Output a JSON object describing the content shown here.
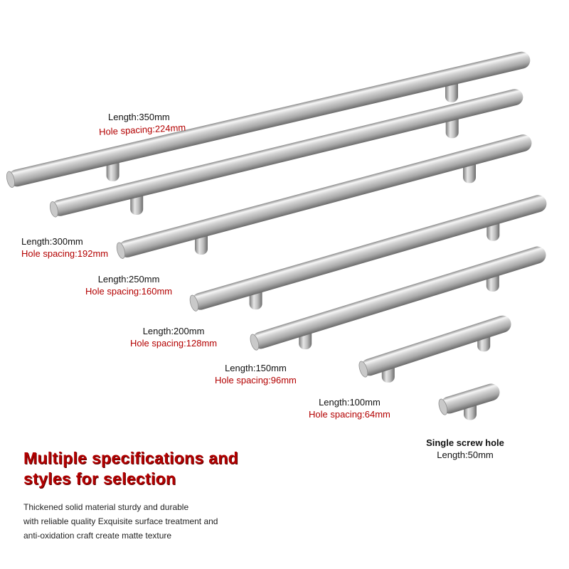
{
  "colors": {
    "accent": "#b30000",
    "text": "#111111",
    "steel_light": "#f4f4f4",
    "steel_mid": "#b8b8b8",
    "steel_dark": "#6e6e6e"
  },
  "handles": [
    {
      "length": "Length:350mm",
      "hole": "Hole spacing:224mm"
    },
    {
      "length": "Length:300mm",
      "hole": "Hole spacing:192mm"
    },
    {
      "length": "Length:250mm",
      "hole": "Hole spacing:160mm"
    },
    {
      "length": "Length:200mm",
      "hole": "Hole spacing:128mm"
    },
    {
      "length": "Length:150mm",
      "hole": "Hole spacing:96mm"
    },
    {
      "length": "Length:100mm",
      "hole": "Hole spacing:64mm"
    }
  ],
  "single": {
    "title": "Single screw hole",
    "length": "Length:50mm"
  },
  "headline": {
    "line1": "Multiple specifications and",
    "line2": "styles for selection"
  },
  "description": {
    "line1": "Thickened solid material sturdy and durable",
    "line2": "with reliable quality Exquisite surface treatment and",
    "line3": "anti-oxidation craft create matte texture"
  }
}
